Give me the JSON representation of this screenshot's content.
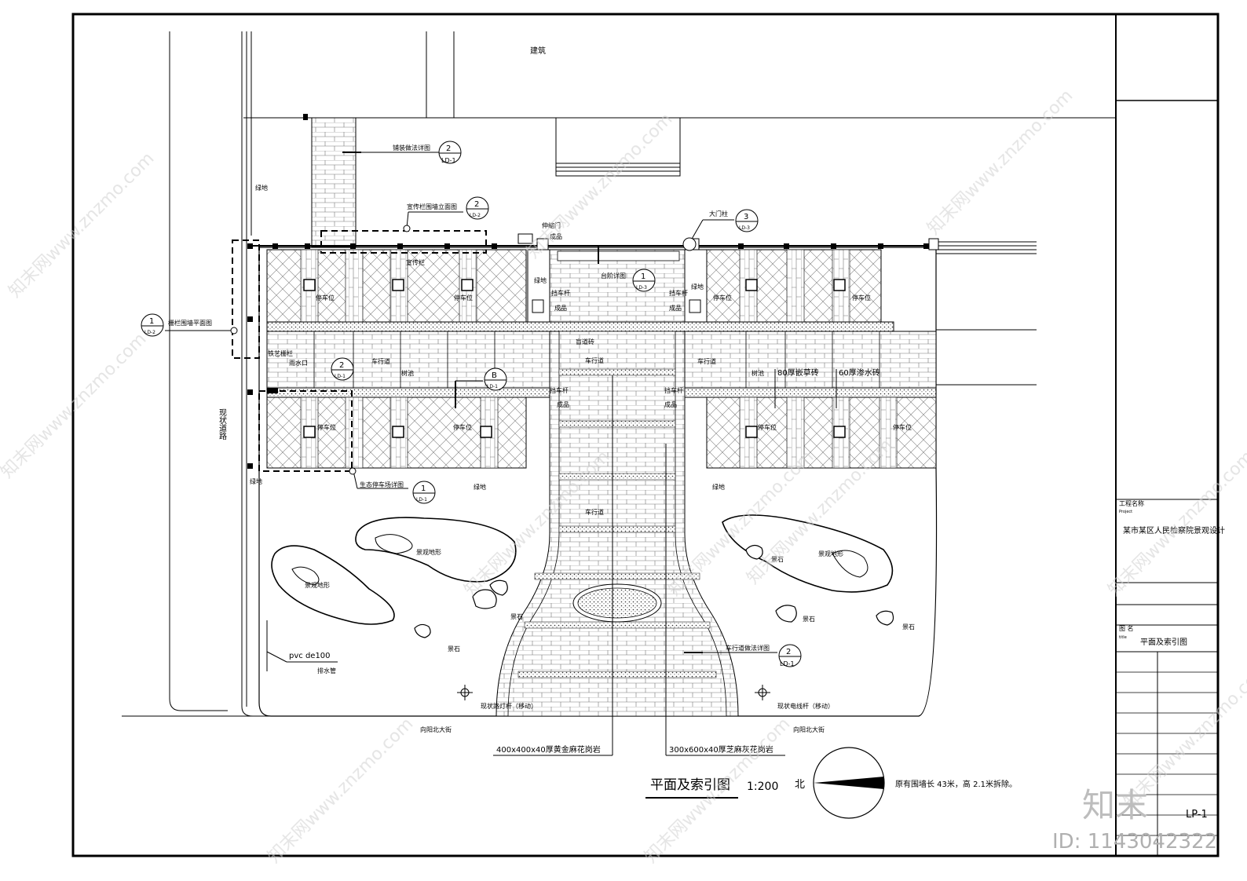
{
  "title_block": {
    "project_name_label": "工程名称",
    "project_name_en": "Project",
    "project_name": "某市某区人民检察院景观设计",
    "drawing_name_label": "图    名",
    "drawing_name_en": "title",
    "drawing_name": "平面及索引图",
    "sheet_no": "LP-1"
  },
  "plan": {
    "title": "平面及索引图",
    "scale": "1:200",
    "north": "北",
    "note": "原有围墙长 43米，高 2.1米拆除。",
    "labels": {
      "building": "建筑",
      "green_a": "绿地",
      "green_b": "绿地",
      "green_c": "绿地",
      "green_d": "绿地",
      "green_e": "绿地",
      "green_f": "绿地",
      "street_left": "向阳北大街",
      "street_right": "向阳北大街",
      "existing_road": "现状道路",
      "parking_1": "停车位",
      "parking_2": "停车位",
      "parking_3": "停车位",
      "parking_4": "停车位",
      "parking_5": "停车位",
      "parking_6": "停车位",
      "parking_7": "停车位",
      "parking_8": "停车位",
      "lane_1": "车行道",
      "lane_2": "车行道",
      "lane_3": "车行道",
      "lane_4": "车行道",
      "tree_pool_1": "树池",
      "tree_pool_2": "树池",
      "grass_brick": "80厚嵌草砖",
      "permeable_brick": "60厚渗水砖",
      "blind_path": "盲道砖",
      "rain_inlet": "雨水口",
      "iron_fence": "铁艺栅栏",
      "promo_board": "宣传栏",
      "gate_seal": "伸缩门",
      "gate_seal_2": "成品",
      "barrier_1": "挡车杆",
      "barrier_1b": "成品",
      "barrier_2": "挡车杆",
      "barrier_2b": "成品",
      "barrier_3": "挡车杆",
      "barrier_3b": "成品",
      "barrier_4": "挡车杆",
      "barrier_4b": "成品",
      "landform_1": "景观地形",
      "landform_2": "景观地形",
      "landform_3": "景观地形",
      "rock_1": "景石",
      "rock_2": "景石",
      "rock_3": "景石",
      "rock_4": "景石",
      "rock_5": "景石",
      "pipe": "pvc  de100",
      "pipe_2": "排水管",
      "lamp_1": "现状路灯杆（移动）",
      "lamp_2": "现状电线杆（移动）",
      "material_1": "400x400x40厚黄金麻花岗岩",
      "material_2": "300x600x40厚芝麻灰花岗岩"
    },
    "callouts": [
      {
        "text": "铺装做法详图",
        "num": "2",
        "sheet": "LD-1"
      },
      {
        "text": "宣传栏围墙立面图",
        "num": "2",
        "sheet": "LD-2"
      },
      {
        "text": "大门柱",
        "num": "3",
        "sheet": "LD-3"
      },
      {
        "text": "台阶详图",
        "num": "1",
        "sheet": "LD-3"
      },
      {
        "text": "栅栏围墙平面图",
        "num": "1",
        "sheet": "LD-2"
      },
      {
        "text": "",
        "num": "2",
        "sheet": "LD-1"
      },
      {
        "text": "",
        "num": "B",
        "sheet": "LD-1"
      },
      {
        "text": "生态停车场详图",
        "num": "1",
        "sheet": "LD-1"
      },
      {
        "text": "车行道做法详图",
        "num": "2",
        "sheet": "LD-1"
      }
    ]
  },
  "watermark": {
    "site": "知末网www.znzmo.com",
    "logo": "知末",
    "id": "ID: 1143042322"
  }
}
